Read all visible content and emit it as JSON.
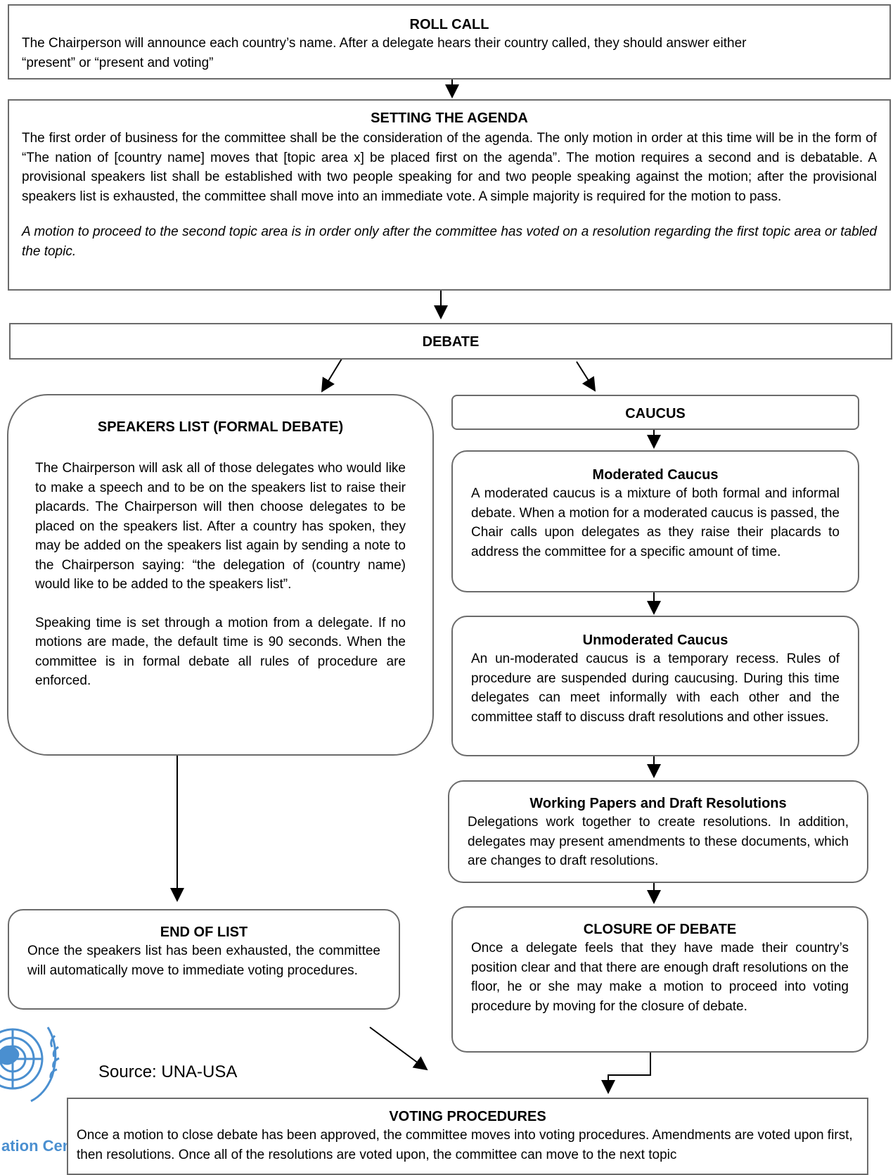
{
  "roll_call": {
    "title": "ROLL CALL",
    "text": "The Chairperson will announce each country’s name. After a delegate hears their country called, they should answer either “present” or “present and voting”"
  },
  "agenda": {
    "title": "SETTING THE AGENDA",
    "text": "The first order of business for the committee shall be the consideration of the agenda. The only motion in order at this time will be in the form of “The nation of [country name] moves that [topic area x] be placed first on the agenda”. The motion requires a second and is debatable. A provisional speakers list shall be established with two people speaking for and two people speaking against the motion; after the provisional speakers list is exhausted, the committee shall move into an immediate vote. A simple majority is required for the motion to pass.",
    "note": "A motion to proceed to the second topic area is in order only after the committee has voted on a resolution regarding the first topic area or tabled the topic."
  },
  "debate": {
    "title": "DEBATE"
  },
  "speakers_list": {
    "title": "SPEAKERS LIST (FORMAL DEBATE)",
    "para1": "The Chairperson will ask all of those delegates who would like to make a speech and to be on the speakers list to raise their placards. The Chairperson will then choose delegates to be placed on the speakers list. After a country has spoken, they may be added on the speakers list again by sending a note to the Chairperson saying: “the delegation of (country name) would like to be added to the speakers list”.",
    "para2": "Speaking time is set through a motion from a delegate. If no motions are made, the default time is 90 seconds. When the committee is in formal debate all rules of procedure are enforced."
  },
  "caucus": {
    "title": "CAUCUS"
  },
  "moderated": {
    "title": "Moderated Caucus",
    "text": "A moderated caucus is a mixture of both formal and informal debate. When a motion for a moderated caucus is passed, the Chair calls upon delegates as they raise their placards to address the committee for a specific amount of time."
  },
  "unmoderated": {
    "title": "Unmoderated Caucus",
    "text": "An un-moderated caucus is a temporary recess. Rules of procedure are suspended during caucusing. During this time delegates can meet informally with each other and the committee staff to discuss draft resolutions and other issues."
  },
  "working_papers": {
    "title": "Working Papers and Draft Resolutions",
    "text": "Delegations work together to create resolutions. In addition, delegates may present amendments to these documents, which are changes to draft resolutions."
  },
  "end_of_list": {
    "title": "END OF LIST",
    "text": "Once the speakers list has been exhausted, the committee will automatically move to immediate voting procedures."
  },
  "closure": {
    "title": "CLOSURE OF DEBATE",
    "text": "Once a delegate feels that they have made their country’s position clear and that there are enough draft resolutions on the floor, he or she may make a motion to proceed into voting procedure by moving for the closure of debate."
  },
  "voting": {
    "title": "VOTING PROCEDURES",
    "text": "Once a motion to close debate has been approved, the committee moves into voting procedures. Amendments are voted upon first, then resolutions. Once all of the resolutions are voted upon, the committee can move to the next topic"
  },
  "source": {
    "text": "Source: UNA-USA"
  },
  "logo": {
    "partial_text": "ation Cen",
    "icon": "united-nations-emblem-icon"
  },
  "colors": {
    "border": "#6b6b6b",
    "logo_blue": "#4a8fd0"
  }
}
